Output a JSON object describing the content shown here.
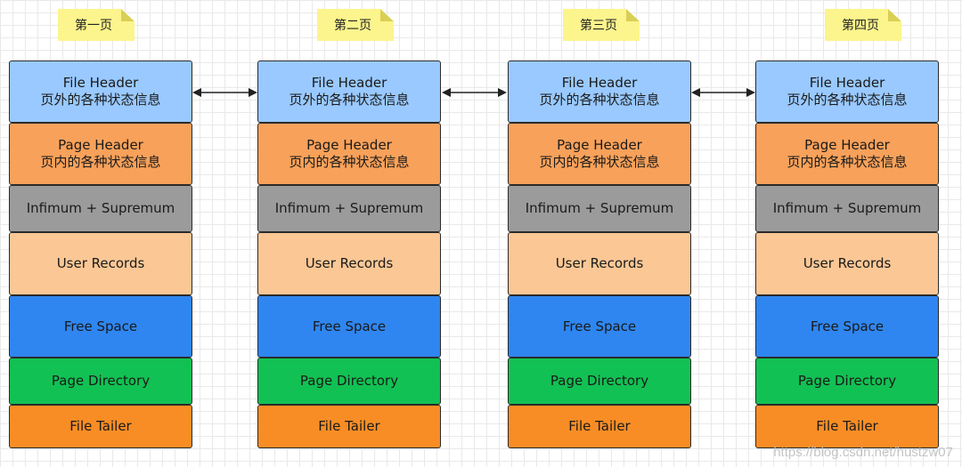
{
  "pages": [
    {
      "title": "第一页",
      "blocks": {
        "file_header": [
          "File Header",
          "页外的各种状态信息"
        ],
        "page_header": [
          "Page Header",
          "页内的各种状态信息"
        ],
        "infimum_supremum": "Infimum + Supremum",
        "user_records": "User Records",
        "free_space": "Free Space",
        "page_directory": "Page Directory",
        "file_tailer": "File Tailer"
      }
    },
    {
      "title": "第二页",
      "blocks": {
        "file_header": [
          "File Header",
          "页外的各种状态信息"
        ],
        "page_header": [
          "Page Header",
          "页内的各种状态信息"
        ],
        "infimum_supremum": "Infimum + Supremum",
        "user_records": "User Records",
        "free_space": "Free Space",
        "page_directory": "Page Directory",
        "file_tailer": "File Tailer"
      }
    },
    {
      "title": "第三页",
      "blocks": {
        "file_header": [
          "File Header",
          "页外的各种状态信息"
        ],
        "page_header": [
          "Page Header",
          "页内的各种状态信息"
        ],
        "infimum_supremum": "Infimum + Supremum",
        "user_records": "User Records",
        "free_space": "Free Space",
        "page_directory": "Page Directory",
        "file_tailer": "File Tailer"
      }
    },
    {
      "title": "第四页",
      "blocks": {
        "file_header": [
          "File Header",
          "页外的各种状态信息"
        ],
        "page_header": [
          "Page Header",
          "页内的各种状态信息"
        ],
        "infimum_supremum": "Infimum + Supremum",
        "user_records": "User Records",
        "free_space": "Free Space",
        "page_directory": "Page Directory",
        "file_tailer": "File Tailer"
      }
    }
  ],
  "colors": {
    "file_header": "#99c9ff",
    "page_header": "#f8a15a",
    "infimum_supremum": "#9b9b9b",
    "user_records": "#fbc795",
    "free_space": "#2f86f0",
    "page_directory": "#12c153",
    "file_tailer": "#f98d25",
    "note": "#fcf48c"
  },
  "watermark": "https://blog.csdn.net/hustzw07"
}
